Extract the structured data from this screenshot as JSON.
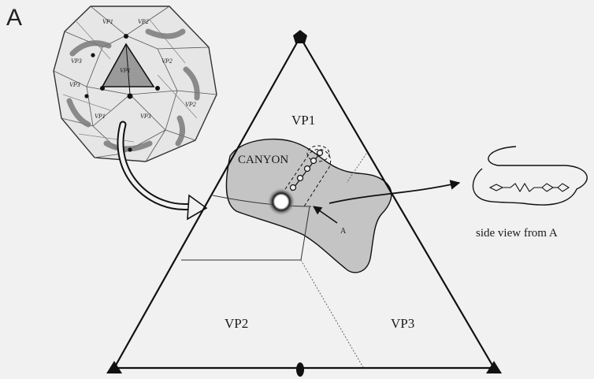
{
  "panel_label": "A",
  "regions": {
    "vp1": "VP1",
    "vp2": "VP2",
    "vp3": "VP3",
    "canyon": "CANYON"
  },
  "pointer_label": "A",
  "side_view_caption": "side view from A",
  "capsid": {
    "tile_labels": [
      "VP1",
      "VP2",
      "VP3",
      "VP1",
      "VP2",
      "VP3",
      "VP1",
      "VP2",
      "VP3"
    ]
  },
  "colors": {
    "background": "#f1f1f1",
    "canyon_fill": "#c4c4c4",
    "line": "#111111",
    "capsid_grey": "#7a7a7a"
  }
}
